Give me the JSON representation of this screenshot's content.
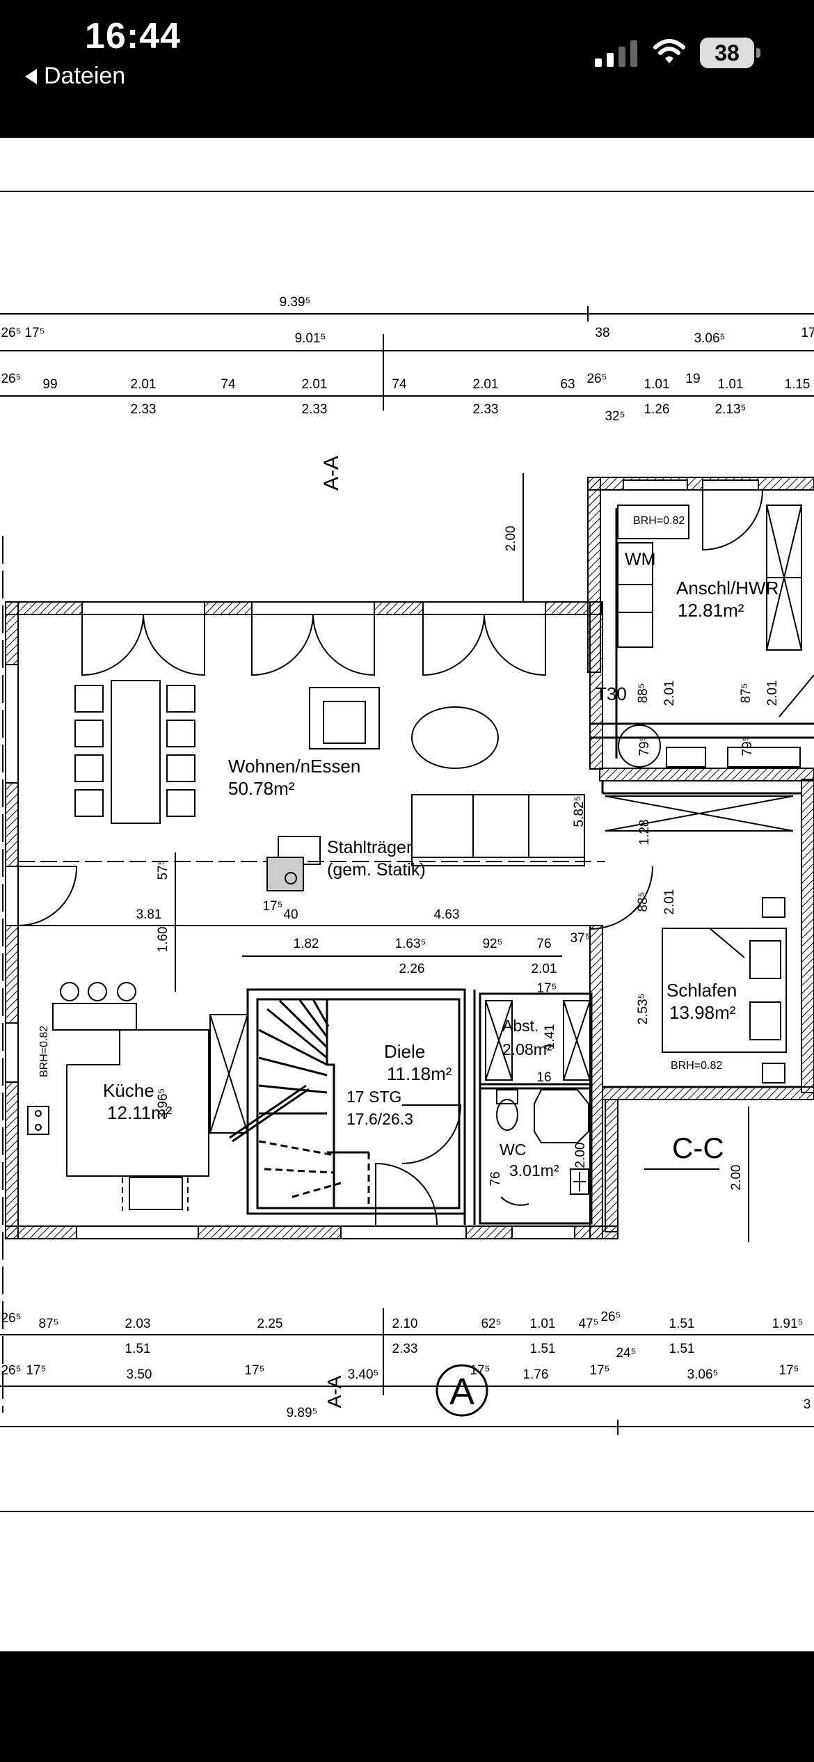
{
  "status": {
    "time": "16:44",
    "back_label": "Dateien",
    "battery": "38",
    "icons": [
      "signal-icon",
      "wifi-icon",
      "battery-icon"
    ]
  },
  "dimensions": {
    "top_overall": "9.39⁵",
    "top_row1": [
      "26⁵",
      "17⁵",
      "9.01⁵",
      "38",
      "3.06⁵",
      "17"
    ],
    "top_row2": [
      "26⁵",
      "99",
      "2.01",
      "74",
      "2.01",
      "74",
      "2.01",
      "63",
      "26⁵",
      "1.01",
      "19",
      "1.01",
      "1.15"
    ],
    "top_row2_below": [
      "2.33",
      "2.33",
      "2.33",
      "32⁵",
      "1.26",
      "2.13⁵"
    ],
    "bottom_row1": [
      "26⁵",
      "87⁵",
      "2.03",
      "2.25",
      "2.10",
      "62⁵",
      "1.01",
      "47⁵",
      "26⁵",
      "1.51",
      "1.91⁵"
    ],
    "bottom_row1_below": [
      "1.51",
      "2.33",
      "1.51",
      "24⁵",
      "1.51"
    ],
    "bottom_row2": [
      "26⁵",
      "17⁵",
      "3.50",
      "17⁵",
      "3.40⁵",
      "17⁵",
      "1.76",
      "17⁵",
      "3.06⁵",
      "17⁵"
    ],
    "bottom_overall": "9.89⁵",
    "bottom_right_cut": "3",
    "interior": [
      "3.81",
      "4.63",
      "17⁵",
      "40",
      "1.82",
      "1.63⁵",
      "92⁵",
      "76",
      "2.26",
      "2.01",
      "37⁵",
      "17⁵"
    ],
    "vertical": [
      "2.00",
      "5.82⁵",
      "57⁵",
      "1.60",
      "88⁵",
      "2.01",
      "87⁵",
      "2.01",
      "79⁵",
      "79⁵",
      "1.28",
      "88⁵",
      "2.01",
      "2.53⁵",
      "2.00",
      "2.00",
      "3.96⁵"
    ],
    "small": [
      "76",
      "1.41",
      "16"
    ]
  },
  "rooms": {
    "wohnen": {
      "name": "Wohnen/nEssen",
      "area": "50.78m²"
    },
    "anschl": {
      "name": "Anschl/HWR",
      "area": "12.81m²"
    },
    "kueche": {
      "name": "Küche",
      "area": "12.11m²"
    },
    "diele": {
      "name": "Diele",
      "area": "11.18m²"
    },
    "stair": {
      "name": "17 STG",
      "ratio": "17.6/26.3"
    },
    "abst": {
      "name": "Abst.",
      "area": "2.08m²"
    },
    "wc": {
      "name": "WC",
      "area": "3.01m²"
    },
    "schlafen": {
      "name": "Schlafen",
      "area": "13.98m²"
    }
  },
  "labels": {
    "section_aa": "A-A",
    "section_aa_bottom": "A-A",
    "section_cc": "C-C",
    "stahltraeger": "Stahlträger",
    "statik": "(gem. Statik)",
    "wm": "WM",
    "t30": "T30",
    "brh_top": "BRH=0.82",
    "brh_kueche": "BRH=0.82",
    "brh_schlafen": "BRH=0.82",
    "north": "A"
  }
}
